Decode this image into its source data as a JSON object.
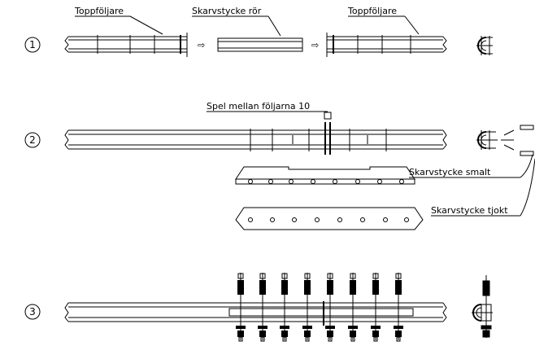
{
  "steps": [
    {
      "number": "1",
      "labels": {
        "left_rail": "Toppföljare",
        "middle_piece": "Skarvstycke rör",
        "right_rail": "Toppföljare"
      }
    },
    {
      "number": "2",
      "labels": {
        "gap": "Spel mellan följarna 10",
        "thin_plate": "Skarvstycke smalt",
        "thick_plate": "Skarvstycke tjokt"
      }
    },
    {
      "number": "3",
      "labels": {}
    }
  ],
  "arrow_glyph": "⇨"
}
